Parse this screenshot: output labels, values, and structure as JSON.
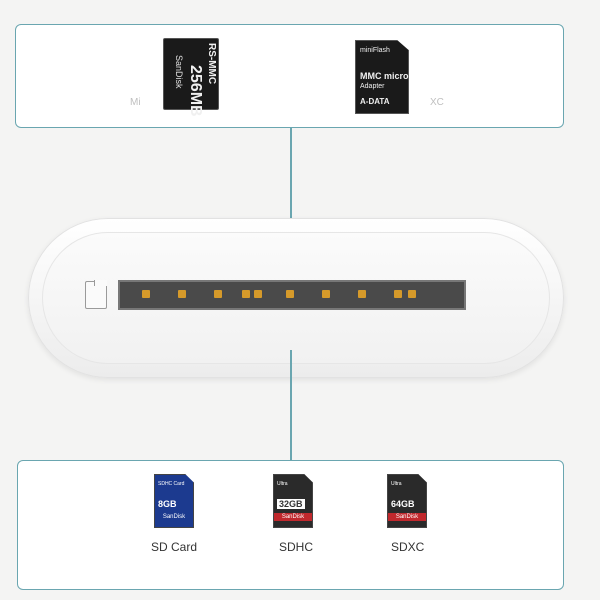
{
  "top_panel": {
    "rs_mmc_card": {
      "brand": "SanDisk",
      "type": "RS-MMC",
      "capacity": "256MB"
    },
    "mmc_micro_card": {
      "logo": "miniFlash",
      "line1": "MMC micro",
      "line2": "Adapter",
      "brand": "A-DATA"
    },
    "faint_labels": [
      "Mi",
      "XC"
    ]
  },
  "bottom_panel": {
    "cards": [
      {
        "label": "SD Card",
        "card_title": "SDHC Card",
        "capacity": "8GB",
        "brand": "SanDisk",
        "color": "#1c3a8f"
      },
      {
        "label": "SDHC",
        "card_title": "Ultra",
        "capacity": "32GB",
        "brand": "SanDisk",
        "color": "#2a2a2a"
      },
      {
        "label": "SDXC",
        "card_title": "Ultra",
        "capacity": "64GB",
        "brand": "SanDisk",
        "color": "#2a2a2a"
      }
    ]
  },
  "colors": {
    "panel_border": "#6aa6b0",
    "pin": "#d69a2a",
    "slot": "#4a4a4a"
  }
}
